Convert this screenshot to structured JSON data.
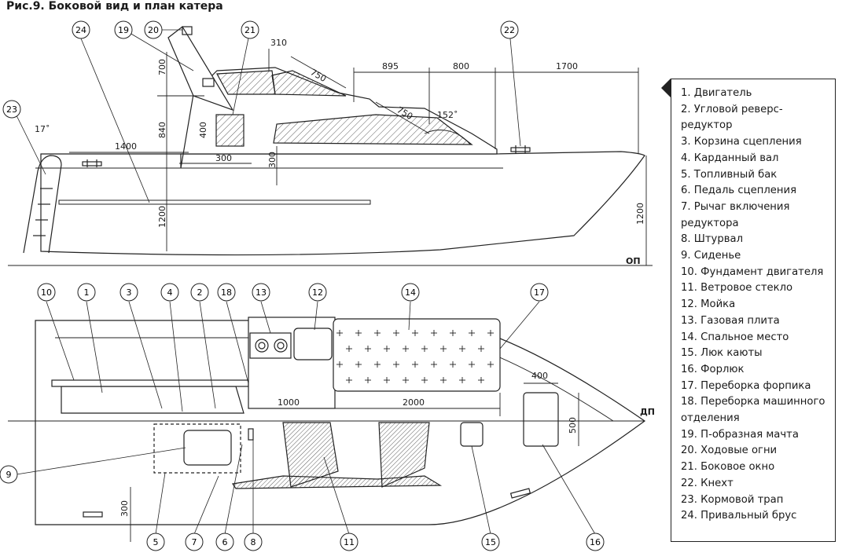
{
  "title": "Рис.9. Боковой вид и план катера",
  "legend": [
    "1. Двигатель",
    "2. Угловой реверс-\nредуктор",
    "3. Корзина сцепления",
    "4. Карданный вал",
    "5. Топливный бак",
    "6. Педаль сцепления",
    "7. Рычаг включения\nредуктора",
    "8. Штурвал",
    "9. Сиденье",
    "10. Фундамент двигателя",
    "11. Ветровое стекло",
    "12. Мойка",
    "13. Газовая плита",
    "14. Спальное место",
    "15. Люк каюты",
    "16. Форлюк",
    "17. Переборка форпика",
    "18. Переборка машинного\nотделения",
    "19. П-образная мачта",
    "20. Ходовые огни",
    "21. Боковое окно",
    "22. Кнехт",
    "23. Кормовой трап",
    "24. Привальный брус"
  ],
  "dimensions": {
    "d310": "310",
    "d750a": "750",
    "d895": "895",
    "d800": "800",
    "d1700": "1700",
    "d700": "700",
    "d840": "840",
    "d400": "400",
    "d300a": "300",
    "d300b": "300",
    "d750b": "750",
    "d152": "152˚",
    "d17": "17˚",
    "d1400": "1400",
    "d1200a": "1200",
    "d1200b": "1200",
    "d1000": "1000",
    "d2000": "2000",
    "d400b": "400",
    "d500": "500",
    "d300c": "300"
  },
  "lines": {
    "op": "ОП",
    "dp": "ДП"
  },
  "callouts": {
    "c24": "24",
    "c19": "19",
    "c20": "20",
    "c21": "21",
    "c22": "22",
    "c23": "23",
    "c10": "10",
    "c1": "1",
    "c3": "3",
    "c4": "4",
    "c2": "2",
    "c18": "18",
    "c13": "13",
    "c12": "12",
    "c14": "14",
    "c17": "17",
    "c9": "9",
    "c5": "5",
    "c7": "7",
    "c6": "6",
    "c8": "8",
    "c11": "11",
    "c15": "15",
    "c16": "16"
  }
}
